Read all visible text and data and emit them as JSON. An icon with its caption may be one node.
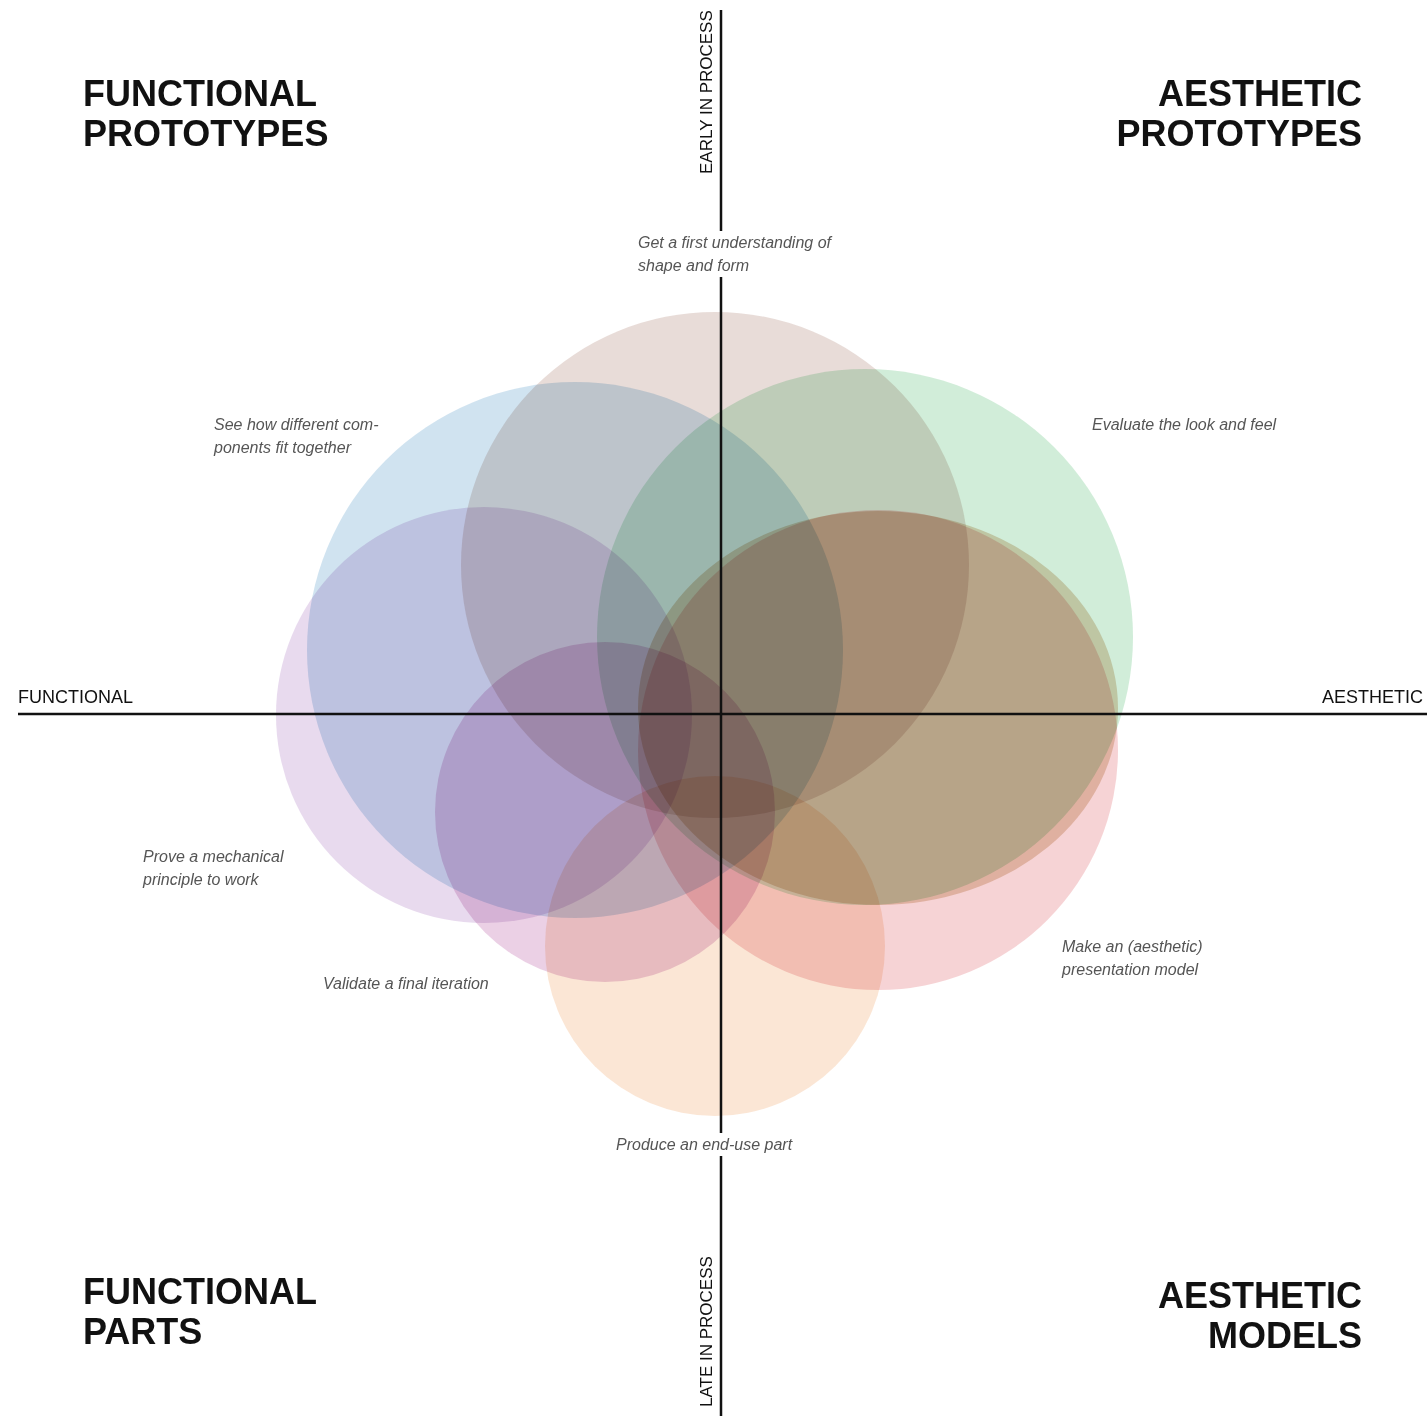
{
  "diagram": {
    "nodes": [
      {
        "text": [],
        "shape": "circle",
        "beside": [
          "Get a first understanding of shape and form"
        ]
      },
      {
        "text": [],
        "shape": "circle",
        "beside": [
          "See how different com- ponents fit together"
        ]
      },
      {
        "text": [],
        "shape": "circle",
        "beside": [
          "Evaluate the look and feel"
        ]
      },
      {
        "text": [],
        "shape": "circle",
        "in": 5
      },
      {
        "text": [],
        "shape": "circle",
        "beside": [
          "Prove a mechanical principle to work"
        ]
      },
      {
        "text": [],
        "shape": "circle",
        "beside": [
          "Make an (aesthetic) presentation model"
        ]
      },
      {
        "text": [],
        "shape": "circle",
        "beside": [
          "Validate a final iteration"
        ]
      },
      {
        "text": [],
        "shape": "circle",
        "beside": [
          "Produce an end-use part"
        ]
      }
    ],
    "edges": [],
    "labels": [
      "FUNCTIONAL PROTOTYPES",
      "EARLY IN PROCESS",
      "AESTHETIC PROTOTYPES",
      "FUNCTIONAL",
      "AESTHETIC",
      "FUNCTIONAL PARTS",
      "LATE IN PROCESS",
      "AESTHETIC MODELS"
    ]
  }
}
